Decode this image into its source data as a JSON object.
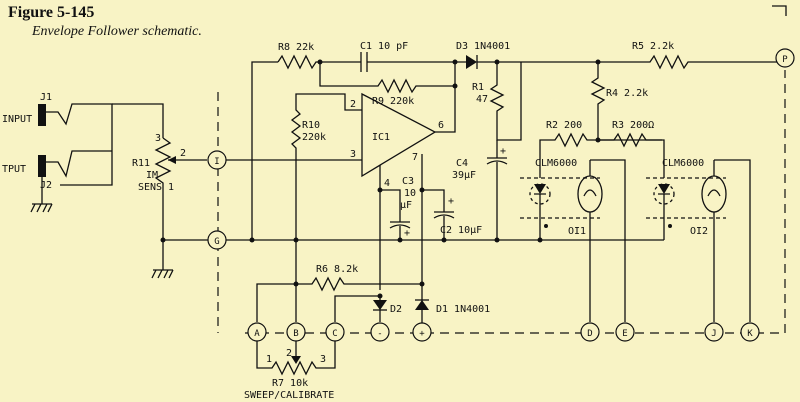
{
  "figure": {
    "title": "Figure 5-145",
    "caption": "Envelope Follower schematic."
  },
  "components": {
    "j1": "J1",
    "j2": "J2",
    "input": "INPUT",
    "output": "TPUT",
    "r11": "R11",
    "r11_sub1": "IM",
    "r11_sub2": "SENS",
    "r8": "R8 22k",
    "c1": "C1 10 pF",
    "d3": "D3 1N4001",
    "r5": "R5 2.2k",
    "r9": "R9 220k",
    "r10_a": "R10",
    "r10_b": "220k",
    "ic1": "IC1",
    "r1_a": "R1",
    "r1_b": "47",
    "r4": "R4 2.2k",
    "r2": "R2 200",
    "r3": "R3 200Ω",
    "c4_a": "C4",
    "c4_b": "39µF",
    "clm1": "CLM6000",
    "clm2": "CLM6000",
    "c3_a": "C3",
    "c3_b": "10",
    "c3_c": "µF",
    "c2": "C2 10µF",
    "oi1": "OI1",
    "oi2": "OI2",
    "r6": "R6 8.2k",
    "d2": "D2",
    "d1": "D1 1N4001",
    "r7": "R7 10k",
    "r7_sub": "SWEEP/CALIBRATE"
  },
  "pins": {
    "p2": "2",
    "p3": "3",
    "p4": "4",
    "p6": "6",
    "p7": "7",
    "r11_p1": "1",
    "r11_p2": "2",
    "r11_p3": "3",
    "r7_p1": "1",
    "r7_p2": "2",
    "r7_p3": "3"
  },
  "terminals": {
    "i": "I",
    "g": "G",
    "p": "P",
    "a": "A",
    "b": "B",
    "c": "C",
    "minus": "-",
    "plus": "+",
    "d": "D",
    "e": "E",
    "j": "J",
    "k": "K"
  },
  "polarity": {
    "c3_plus": "+",
    "c4_plus": "+",
    "c2_plus": "+"
  }
}
